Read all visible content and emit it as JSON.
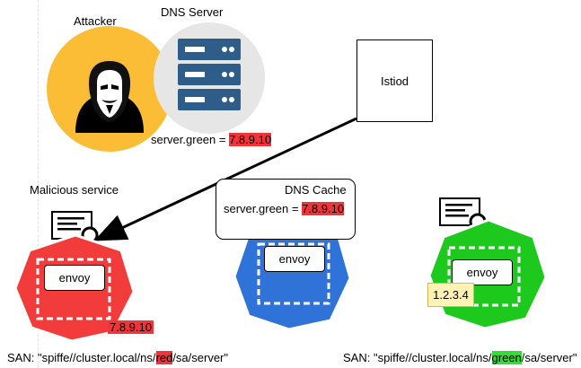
{
  "guide": true,
  "attacker": {
    "label": "Attacker",
    "icon": "hooded-attacker-icon",
    "circle_color": "#fbbd36"
  },
  "dns_server": {
    "label": "DNS Server",
    "icon": "server-rack-icon",
    "circle_color": "#e6e6e6",
    "icon_color": "#2f5d8a",
    "record_name": "server.green = ",
    "record_ip": "7.8.9.10"
  },
  "istiod": {
    "label": "Istiod"
  },
  "malicious": {
    "label": "Malicious service",
    "envoy": "envoy",
    "ip": "7.8.9.10",
    "color": "#f23b3b",
    "san_prefix": "SAN: \"spiffe//cluster.local/ns/",
    "san_ns": "red",
    "san_suffix": "/sa/server\""
  },
  "dns_cache": {
    "label": "DNS Cache",
    "record_name": "server.green = ",
    "record_ip": "7.8.9.10"
  },
  "middle_pod": {
    "envoy": "envoy",
    "color": "#2f72d8"
  },
  "green": {
    "envoy": "envoy",
    "ip": "1.2.3.4",
    "color": "#1ec91e",
    "san_prefix": "SAN: \"spiffe//cluster.local/ns/",
    "san_ns": "green",
    "san_suffix": "/sa/server\""
  },
  "colors": {
    "highlight_red": "#f0343a",
    "highlight_green": "#33dd33",
    "ip_yellow_bg": "#fff2b3"
  }
}
